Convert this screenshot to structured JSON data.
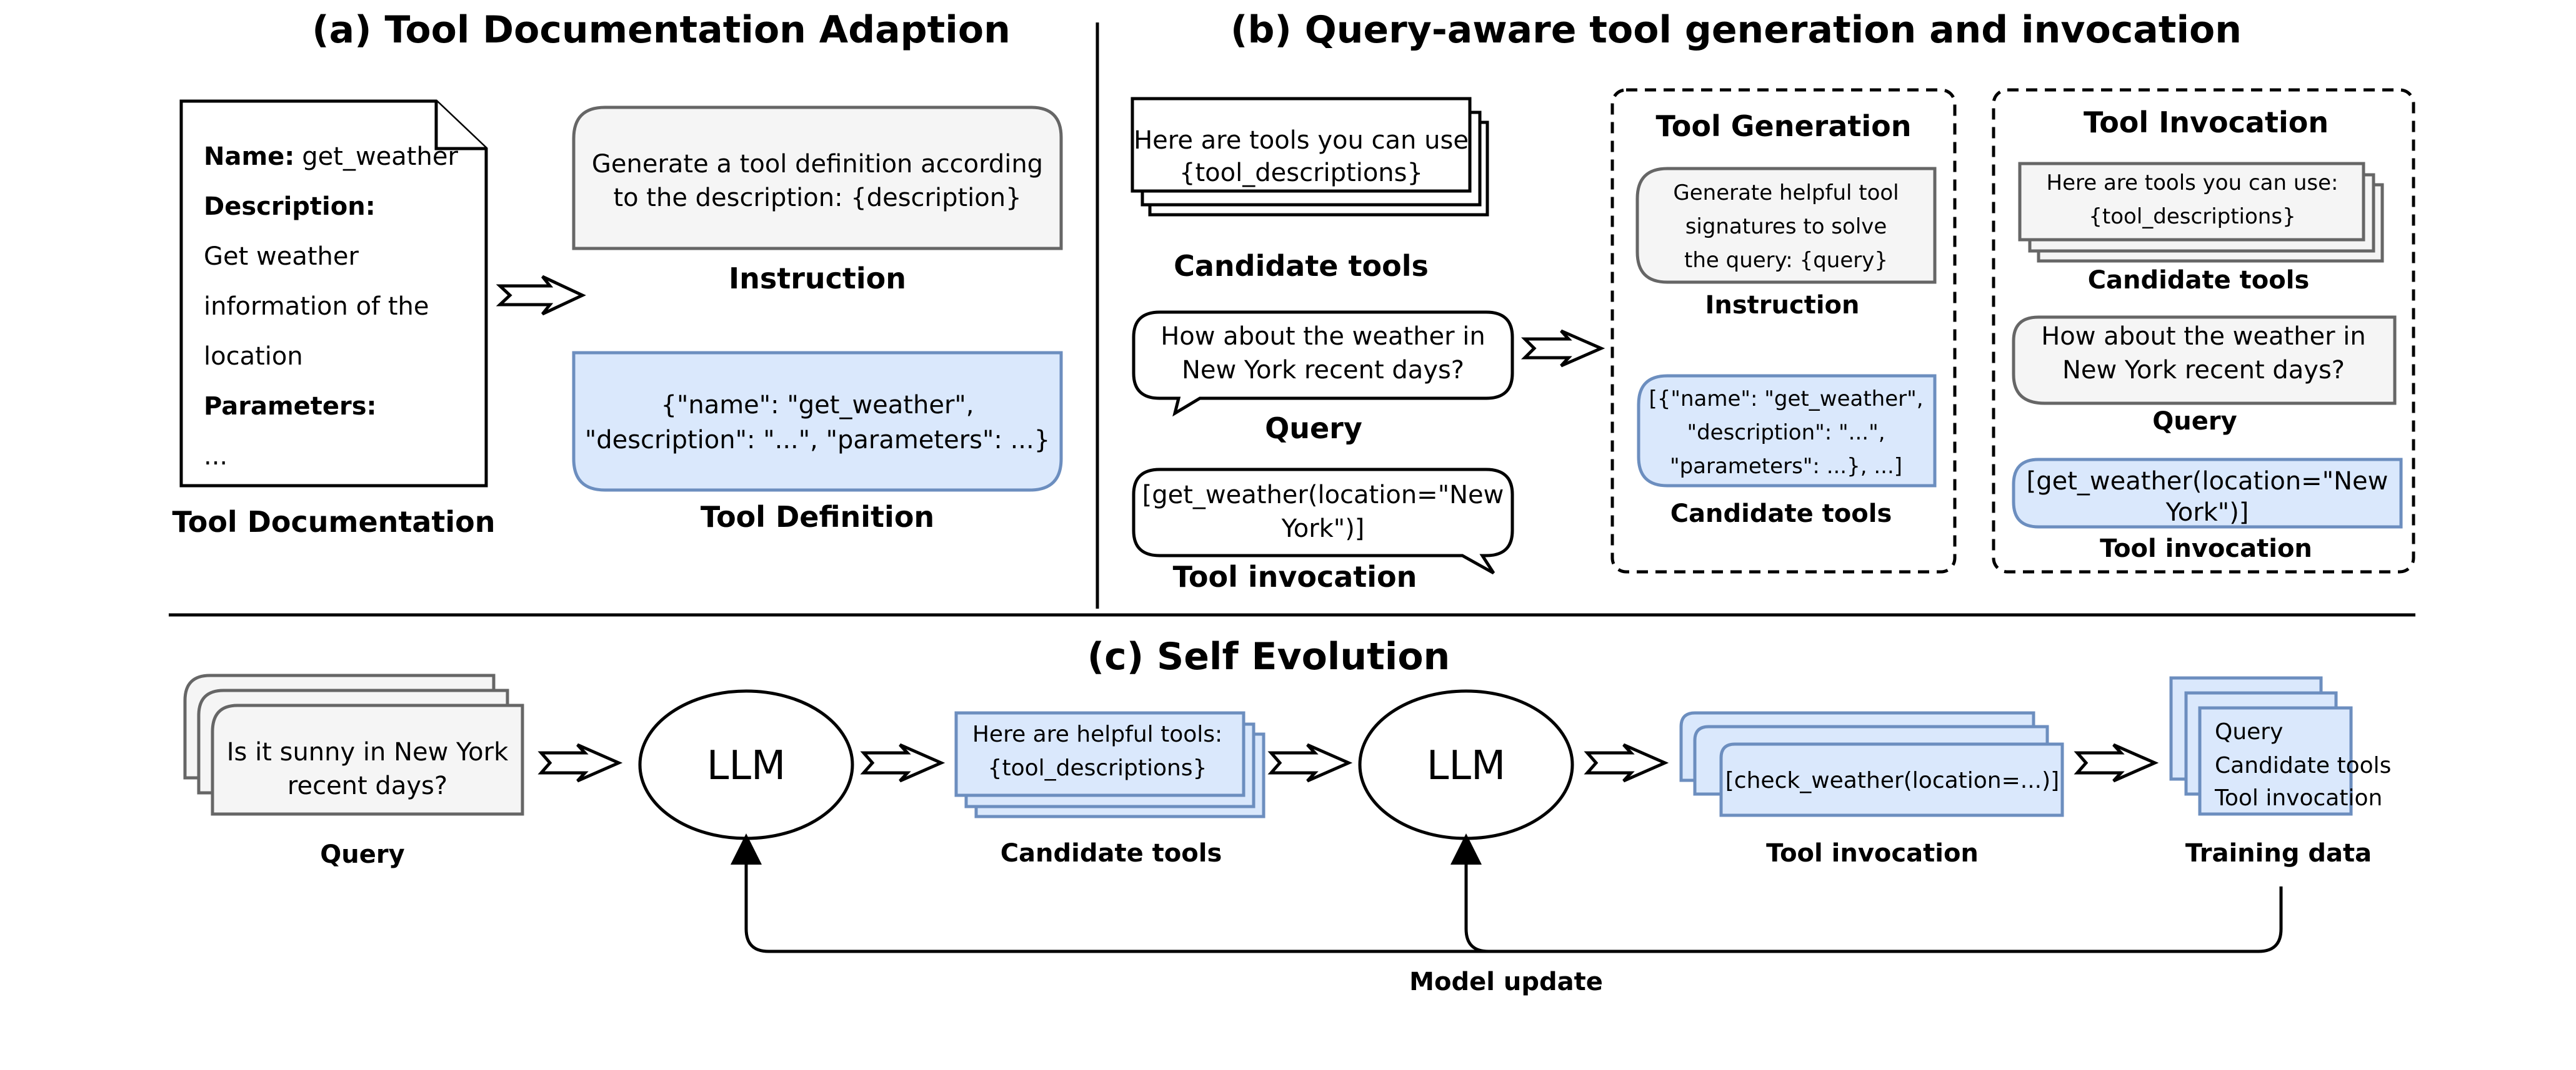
{
  "panel_a": {
    "title": "(a) Tool Documentation Adaption",
    "doc": {
      "name_label": "Name:",
      "name_value": "get_weather",
      "description_label": "Description:",
      "description_lines": [
        "Get weather",
        "information of the",
        "location"
      ],
      "parameters_label": "Parameters:",
      "ellipsis": "...",
      "caption": "Tool Documentation"
    },
    "instruction": {
      "lines": [
        "Generate a tool definition according",
        "to the description: {description}"
      ],
      "caption": "Instruction"
    },
    "definition": {
      "lines": [
        "{\"name\": \"get_weather\",",
        "\"description\": \"...\", \"parameters\": ...}"
      ],
      "caption": "Tool Definition"
    }
  },
  "panel_b": {
    "title": "(b) Query-aware tool generation and invocation",
    "candidate": {
      "lines": [
        "Here are tools you can use",
        "{tool_descriptions}"
      ],
      "caption": "Candidate tools"
    },
    "query": {
      "lines": [
        "How about the weather in",
        "New York recent days?"
      ],
      "caption": "Query"
    },
    "invocation": {
      "lines": [
        "[get_weather(location=\"New",
        "York\")]"
      ],
      "caption": "Tool invocation"
    },
    "generation_box": {
      "title": "Tool Generation",
      "instruction_lines": [
        "Generate helpful tool",
        "signatures to solve",
        "the query: {query}"
      ],
      "instruction_caption": "Instruction",
      "candidate_lines": [
        "[{\"name\": \"get_weather\",",
        "\"description\": \"...\",",
        "\"parameters\": ...}, ...]"
      ],
      "candidate_caption": "Candidate tools"
    },
    "invocation_box": {
      "title": "Tool Invocation",
      "candidate_lines": [
        "Here are tools you can use:",
        "{tool_descriptions}"
      ],
      "candidate_caption": "Candidate tools",
      "query_lines": [
        "How about the weather in",
        "New York recent days?"
      ],
      "query_caption": "Query",
      "invocation_lines": [
        "[get_weather(location=\"New",
        "York\")]"
      ],
      "invocation_caption": "Tool invocation"
    }
  },
  "panel_c": {
    "title": "(c) Self Evolution",
    "query": {
      "lines": [
        "Is it sunny in New York",
        "recent days?"
      ],
      "caption": "Query"
    },
    "llm1": "LLM",
    "candidate": {
      "lines": [
        "Here are helpful tools:",
        "{tool_descriptions}"
      ],
      "caption": "Candidate tools"
    },
    "llm2": "LLM",
    "invocation": {
      "line": "[check_weather(location=...)]",
      "caption": "Tool invocation"
    },
    "training": {
      "lines": [
        "Query",
        "Candidate tools",
        "Tool invocation"
      ],
      "caption": "Training data"
    },
    "feedback_label": "Model update"
  },
  "colors": {
    "gray_fill": "#f5f5f5",
    "gray_stroke": "#666666",
    "blue_fill": "#dae8fc",
    "blue_stroke": "#6c8ebf"
  }
}
